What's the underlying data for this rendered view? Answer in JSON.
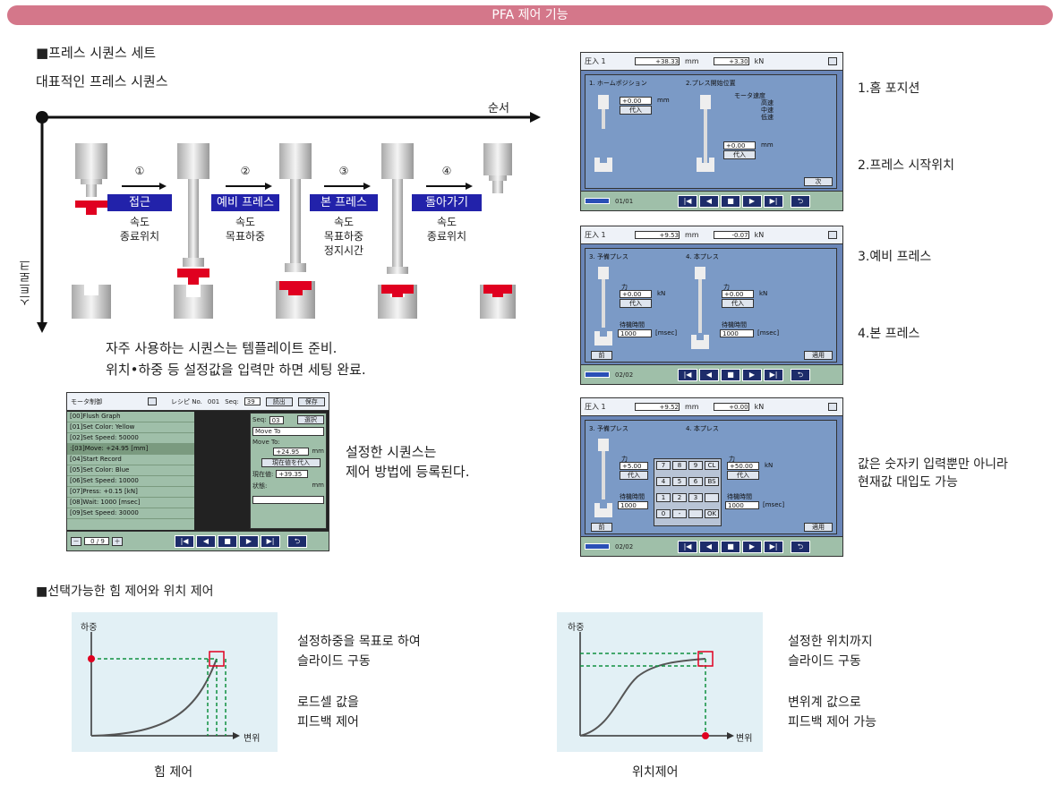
{
  "header": {
    "title": "PFA 제어 기능"
  },
  "section1": {
    "heading": "■프레스 시퀀스 세트",
    "subheading": "대표적인 프레스 시퀀스",
    "axis_order": "순서",
    "axis_stroke": "스트로크"
  },
  "steps": [
    {
      "num": "①",
      "label": "접근",
      "desc1": "속도",
      "desc2": "종료위치",
      "desc3": ""
    },
    {
      "num": "②",
      "label": "예비 프레스",
      "desc1": "속도",
      "desc2": "목표하중",
      "desc3": ""
    },
    {
      "num": "③",
      "label": "본 프레스",
      "desc1": "속도",
      "desc2": "목표하중",
      "desc3": "정지시간"
    },
    {
      "num": "④",
      "label": "돌아가기",
      "desc1": "속도",
      "desc2": "종료위치",
      "desc3": ""
    }
  ],
  "template_text": {
    "line1": "자주 사용하는 시퀀스는 템플레이트 준비.",
    "line2": "위치•하중 등 설정값을 입력만 하면 세팅 완료."
  },
  "motor_screen": {
    "title": "モータ制御",
    "recipe_label": "レシピ No.",
    "recipe_no": "001",
    "seq_label": "Seq:",
    "seq_val": "39",
    "load_btn": "読出",
    "save_btn": "保存",
    "list": [
      "[00]Flush Graph",
      "[01]Set Color: Yellow",
      "[02]Set Speed: 50000",
      ":[03]Move: +24.95 [mm]",
      "[04]Start Record",
      "[05]Set Color: Blue",
      "[06]Set Speed: 10000",
      "[07]Press: +0.15 [kN]",
      "[08]Wait: 1000 [msec]",
      "[09]Set Speed: 30000"
    ],
    "detail_seq_label": "Seq:",
    "detail_seq": "03",
    "select_btn": "選択",
    "cmd": "Move To",
    "move_to": "Move To:",
    "move_val": "+24.95",
    "unit_mm": "mm",
    "substitute_btn": "現在値を代入",
    "current_label": "現在値:",
    "current_val": "+39.35",
    "state_label": "状態:",
    "unit_mm2": "mm",
    "pager": "0 / 9",
    "minus": "－",
    "plus": "＋"
  },
  "registered_text": {
    "line1": "설정한 시퀀스는",
    "line2": "제어 방법에 등록된다."
  },
  "screens": [
    {
      "title": "圧入 1",
      "pos": "+38.33",
      "pos_unit": "mm",
      "force": "+3.30",
      "force_unit": "kN",
      "sec1": "1. ホームポジション",
      "sec2": "2.プレス開始位置",
      "val1": "+0.00",
      "unit1": "mm",
      "btn1": "代入",
      "speed_label": "モータ速度",
      "speeds": [
        "高速",
        "中速",
        "低速"
      ],
      "val2": "+0.00",
      "unit2": "mm",
      "btn2": "代入",
      "next_btn": "次",
      "page": "01/01"
    },
    {
      "title": "圧入 1",
      "pos": "+9.53",
      "pos_unit": "mm",
      "force": "-0.07",
      "force_unit": "kN",
      "sec1": "3. 予備プレス",
      "sec2": "4. 本プレス",
      "force_label": "力",
      "val1": "+0.00",
      "unit1": "kN",
      "btn1": "代入",
      "wait_label": "待機時間",
      "wait1": "1000",
      "msec": "[msec]",
      "val2": "+0.00",
      "unit2": "kN",
      "btn2": "代入",
      "wait2": "1000",
      "prev_btn": "前",
      "apply_btn": "適用",
      "page": "02/02"
    },
    {
      "title": "圧入 1",
      "pos": "+9.52",
      "pos_unit": "mm",
      "force": "+0.00",
      "force_unit": "kN",
      "sec1": "3. 予備プレス",
      "sec2": "4. 本プレス",
      "force_label": "力",
      "val1": "+5.00",
      "btn1": "代入",
      "wait_label": "待機時間",
      "wait1": "1000",
      "keys": [
        "7",
        "8",
        "9",
        "CL",
        "4",
        "5",
        "6",
        "BS",
        "1",
        "2",
        "3",
        "",
        "0",
        "-",
        "",
        "OK"
      ],
      "val2": "+50.00",
      "unit2": "kN",
      "btn2": "代入",
      "wait2": "1000",
      "msec": "[msec]",
      "prev_btn": "前",
      "apply_btn": "適用",
      "page": "02/02"
    }
  ],
  "screen_labels": {
    "s1a": "1.홈 포지션",
    "s1b": "2.프레스 시작위치",
    "s2a": "3.예비 프레스",
    "s2b": "4.본 프레스",
    "s3a": "값은 숫자키 입력뿐만 아니라",
    "s3b": "현재값 대입도 가능"
  },
  "section2": {
    "heading": "■선택가능한 힘 제어와 위치 제어"
  },
  "force_control": {
    "y_label": "하중",
    "x_label": "변위",
    "desc1": "설정하중을 목표로 하여",
    "desc2": "슬라이드 구동",
    "desc3": "로드셀 값을",
    "desc4": "피드백 제어",
    "caption": "힘 제어"
  },
  "position_control": {
    "y_label": "하중",
    "x_label": "변위",
    "desc1": "설정한 위치까지",
    "desc2": "슬라이드 구동",
    "desc3": "변위계 값으로",
    "desc4": "피드백 제어 가능",
    "caption": "위치제어"
  },
  "colors": {
    "banner": "#d4778a",
    "label_bg": "#2222aa",
    "press_red": "#e00020",
    "panel_blue": "#6a86b8",
    "panel_green": "#9fbfa9",
    "guide_green": "#109040"
  }
}
